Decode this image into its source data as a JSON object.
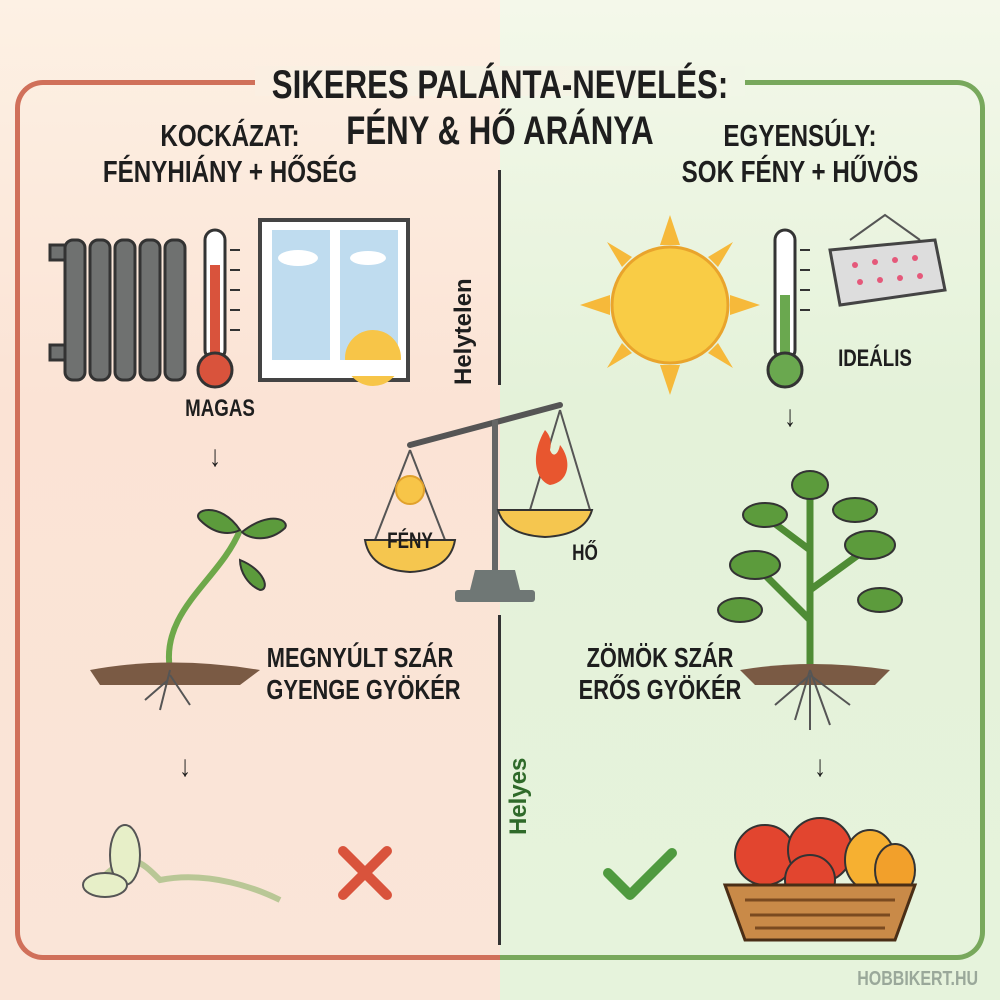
{
  "title": {
    "line1": "SIKERES PALÁNTA-NEVELÉS:",
    "line2": "FÉNY & HŐ ARÁNYA"
  },
  "left": {
    "heading_line1": "KOCKÁZAT:",
    "heading_line2": "FÉNYHIÁNY + HŐSÉG",
    "side_label": "Helytelen",
    "thermo_label": "MAGAS",
    "stem_line1": "MEGNYÚLT SZÁR",
    "stem_line2": "GYENGE GYÖKÉR",
    "result_icon": "cross-icon",
    "color": "#d0705a"
  },
  "right": {
    "heading_line1": "EGYENSÚLY:",
    "heading_line2": "SOK FÉNY + HŰVÖS",
    "side_label": "Helyes",
    "thermo_label": "IDEÁLIS",
    "stem_line1": "ZÖMÖK SZÁR",
    "stem_line2": "ERŐS GYÖKÉR",
    "result_icon": "checkmark-icon",
    "color": "#78a85c"
  },
  "scale": {
    "left_pan": "FÉNY",
    "right_pan": "HŐ"
  },
  "watermark": "HOBBIKERT.HU"
}
